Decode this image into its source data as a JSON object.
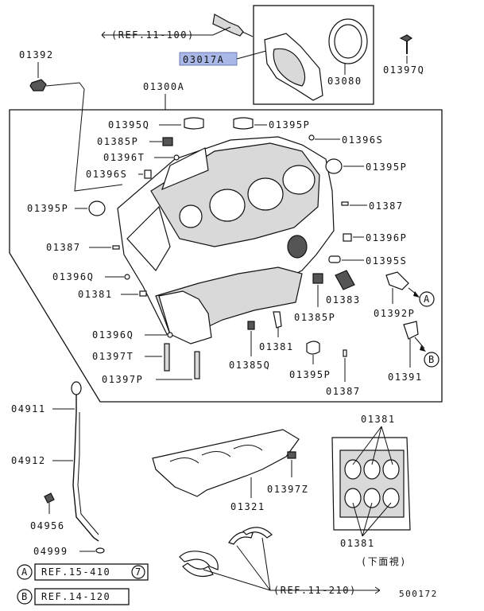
{
  "diagram": {
    "ref_top": "(REF.11-100)",
    "ref_bottom": "(REF.11-210)",
    "highlight_color": "#a9b8e6",
    "labels": {
      "p03017A": "03017A",
      "p03080": "03080",
      "p01397Q": "01397Q",
      "p01392": "01392",
      "p01300A": "01300A",
      "p01395Q": "01395Q",
      "p01395P_a": "01395P",
      "p01385P_a": "01385P",
      "p01396S": "01396S",
      "p01396T": "01396T",
      "p01395P_b": "01395P",
      "p01396S_b": "01396S",
      "p01395P_c": "01395P",
      "p01387_a": "01387",
      "p01387_b": "01387",
      "p01396P": "01396P",
      "p01395S": "01395S",
      "p01396Q_a": "01396Q",
      "p01381_a": "01381",
      "p01383": "01383",
      "p01392P": "01392P",
      "p01385P_b": "01385P",
      "p01396Q_b": "01396Q",
      "p01397T": "01397T",
      "p01381_b": "01381",
      "p01385Q": "01385Q",
      "p01395P_d": "01395P",
      "p01397P": "01397P",
      "p01387_c": "01387",
      "p01391": "01391",
      "p04911": "04911",
      "p04912": "04912",
      "p04956": "04956",
      "p04999": "04999",
      "p01321": "01321",
      "p01397Z": "01397Z",
      "p01381_c": "01381",
      "p01381_d": "01381",
      "view_below": "(下面視)"
    },
    "markers": {
      "a": "A",
      "b": "B"
    },
    "refs": {
      "ref_a_text": "REF.15-410",
      "ref_a_num": "7",
      "ref_b_text": "REF.14-120"
    },
    "catalog_number": "500172"
  }
}
